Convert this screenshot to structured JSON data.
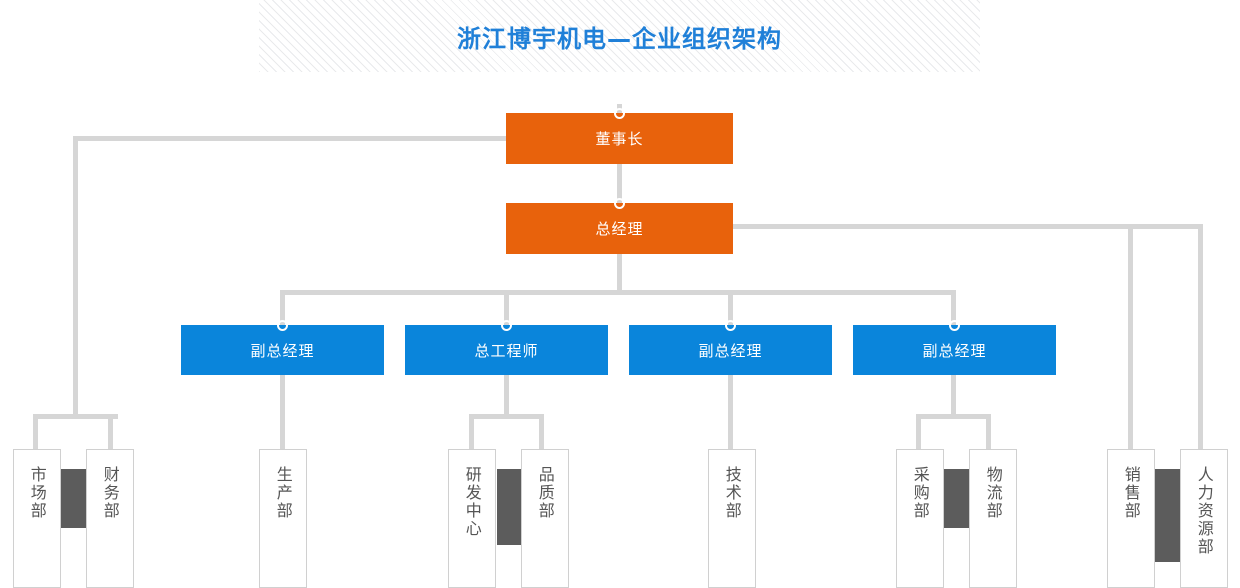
{
  "title": {
    "text": "浙江博宇机电—企业组织架构",
    "color": "#2080d8"
  },
  "colors": {
    "orange": "#e8620c",
    "blue": "#0a85db",
    "connector": "#d6d6d6",
    "slab": "#5c5c5c",
    "dept_border": "#d0d0d0",
    "dept_text": "#555555"
  },
  "nodes": {
    "chairman": {
      "label": "董事长"
    },
    "general_manager": {
      "label": "总经理"
    },
    "managers": [
      {
        "label": "副总经理"
      },
      {
        "label": "总工程师"
      },
      {
        "label": "副总经理"
      },
      {
        "label": "副总经理"
      }
    ]
  },
  "departments": [
    {
      "label": "市场部"
    },
    {
      "label": "财务部"
    },
    {
      "label": "生产部"
    },
    {
      "label": "研发中心"
    },
    {
      "label": "品质部"
    },
    {
      "label": "技术部"
    },
    {
      "label": "采购部"
    },
    {
      "label": "物流部"
    },
    {
      "label": "销售部"
    },
    {
      "label": "人力资源部"
    }
  ]
}
